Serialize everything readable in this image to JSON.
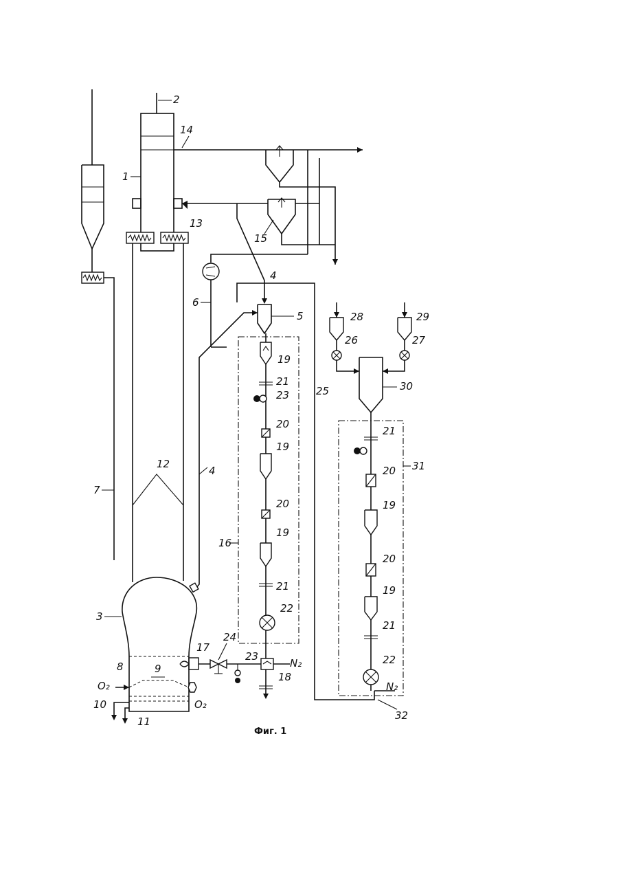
{
  "figure": {
    "caption": "Фиг. 1",
    "labels": {
      "l1": "1",
      "l2": "2",
      "l3": "3",
      "l4a": "4",
      "l4b": "4",
      "l5": "5",
      "l6": "6",
      "l7": "7",
      "l8": "8",
      "l9": "9",
      "l10": "10",
      "l11": "11",
      "l12": "12",
      "l13": "13",
      "l14": "14",
      "l15": "15",
      "l16": "16",
      "l17": "17",
      "l18": "18",
      "l19a": "19",
      "l19b": "19",
      "l19c": "19",
      "l19d": "19",
      "l19e": "19",
      "l20a": "20",
      "l20b": "20",
      "l20c": "20",
      "l20d": "20",
      "l21a": "21",
      "l21b": "21",
      "l21c": "21",
      "l21d": "21",
      "l22a": "22",
      "l22b": "22",
      "l23a": "23",
      "l23b": "23",
      "l24": "24",
      "l25": "25",
      "l26": "26",
      "l27": "27",
      "l28": "28",
      "l29": "29",
      "l30": "30",
      "l31": "31",
      "l32": "32",
      "o2a": "O₂",
      "o2b": "O₂",
      "n2a": "N₂",
      "n2b": "N₂"
    }
  }
}
